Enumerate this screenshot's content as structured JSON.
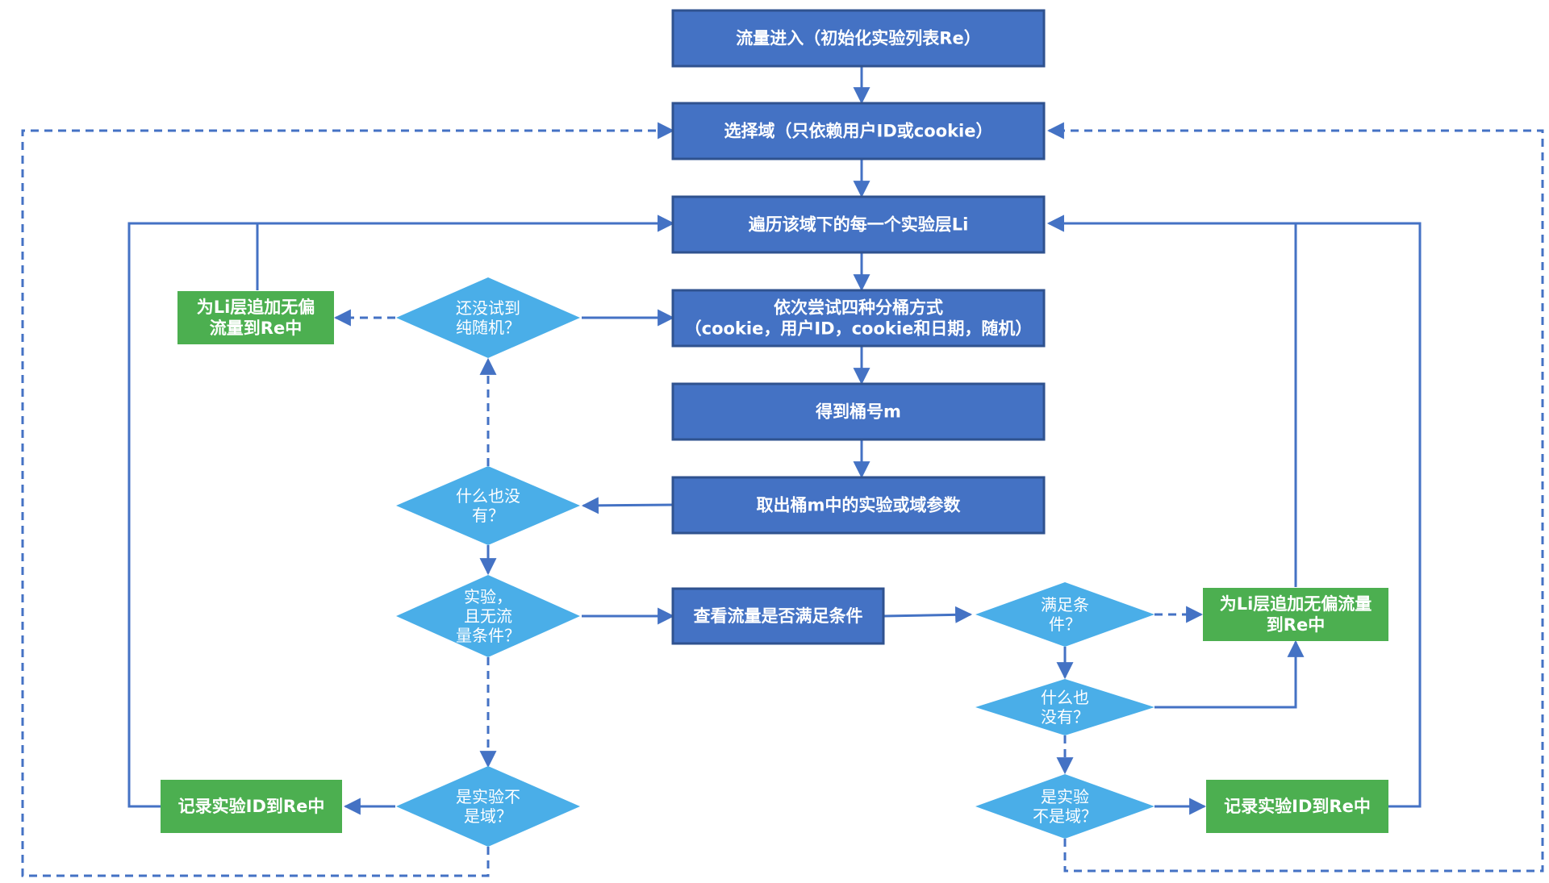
{
  "colors": {
    "process": "#4472C4",
    "process_border": "#2F528F",
    "decision": "#4AAEE8",
    "terminal_green": "#4CAF50",
    "arrow": "#4472C4"
  },
  "nodes": {
    "traffic_in": [
      "流量进入（初始化实验列表Re）"
    ],
    "select_domain": [
      "选择域（只依赖用户ID或cookie）"
    ],
    "iterate_layers": [
      "遍历该域下的每一个实验层Li"
    ],
    "try_bucketing": [
      "依次尝试四种分桶方式",
      "（cookie，用户ID，cookie和日期，随机）"
    ],
    "get_bucket": [
      "得到桶号m"
    ],
    "get_params": [
      "取出桶m中的实验或域参数"
    ],
    "check_conditions": [
      "查看流量是否满足条件"
    ],
    "add_unbiased_left": [
      "为Li层追加无偏",
      "流量到Re中"
    ],
    "add_unbiased_right": [
      "为Li层追加无偏流量",
      "到Re中"
    ],
    "record_left": [
      "记录实验ID到Re中"
    ],
    "record_right": [
      "记录实验ID到Re中"
    ],
    "q_not_random": [
      "还没试到",
      "纯随机？"
    ],
    "q_nothing_left": [
      "什么也没",
      "有？"
    ],
    "q_experiment_no_cond": [
      "实验，",
      "且无流",
      "量条件？"
    ],
    "q_exp_not_domain_left": [
      "是实验不",
      "是域？"
    ],
    "q_meets_cond": [
      "满足条",
      "件？"
    ],
    "q_nothing_right": [
      "什么也",
      "没有？"
    ],
    "q_exp_not_domain_right": [
      "是实验",
      "不是域？"
    ]
  }
}
